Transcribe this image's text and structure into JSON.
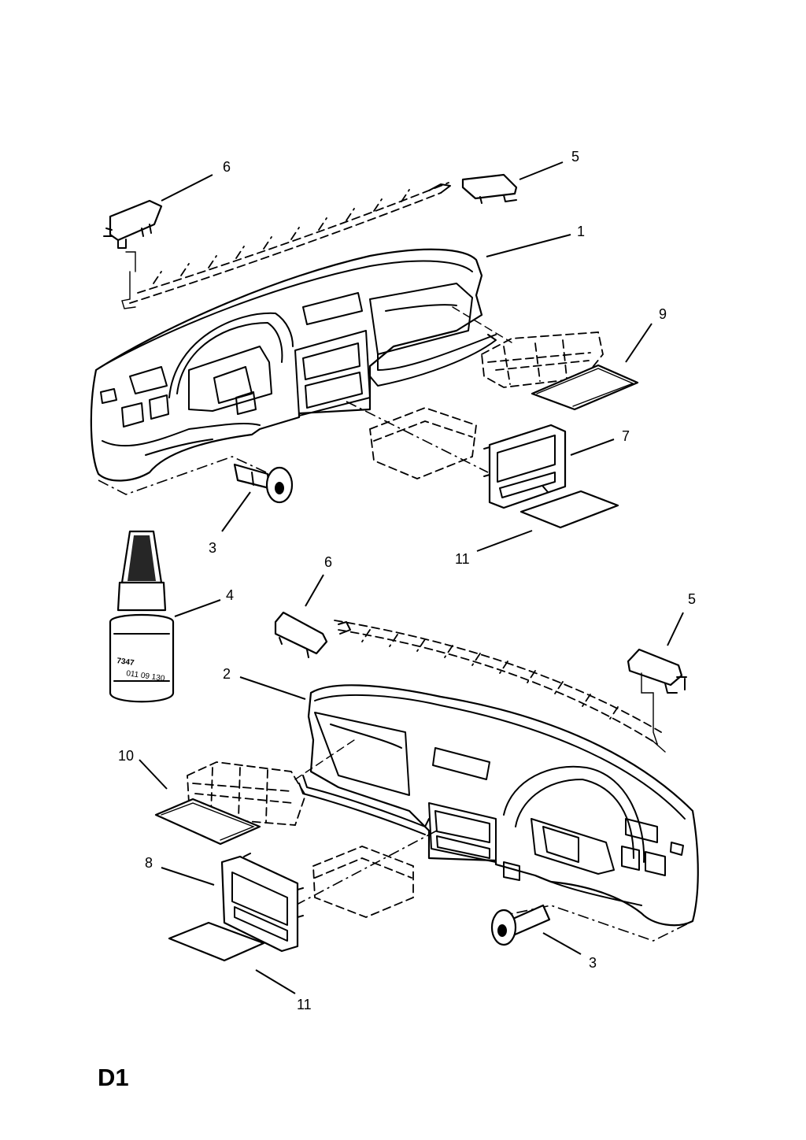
{
  "diagram": {
    "page_code": "D1",
    "callouts": {
      "upper_6": "6",
      "upper_5": "5",
      "upper_1": "1",
      "upper_9": "9",
      "upper_7": "7",
      "upper_3": "3",
      "upper_11": "11",
      "lower_4": "4",
      "lower_6": "6",
      "lower_5": "5",
      "lower_2": "2",
      "lower_10": "10",
      "lower_8": "8",
      "lower_3": "3",
      "lower_11": "11"
    },
    "bottle_label": {
      "code": "7347",
      "small": "011 09 130"
    }
  }
}
